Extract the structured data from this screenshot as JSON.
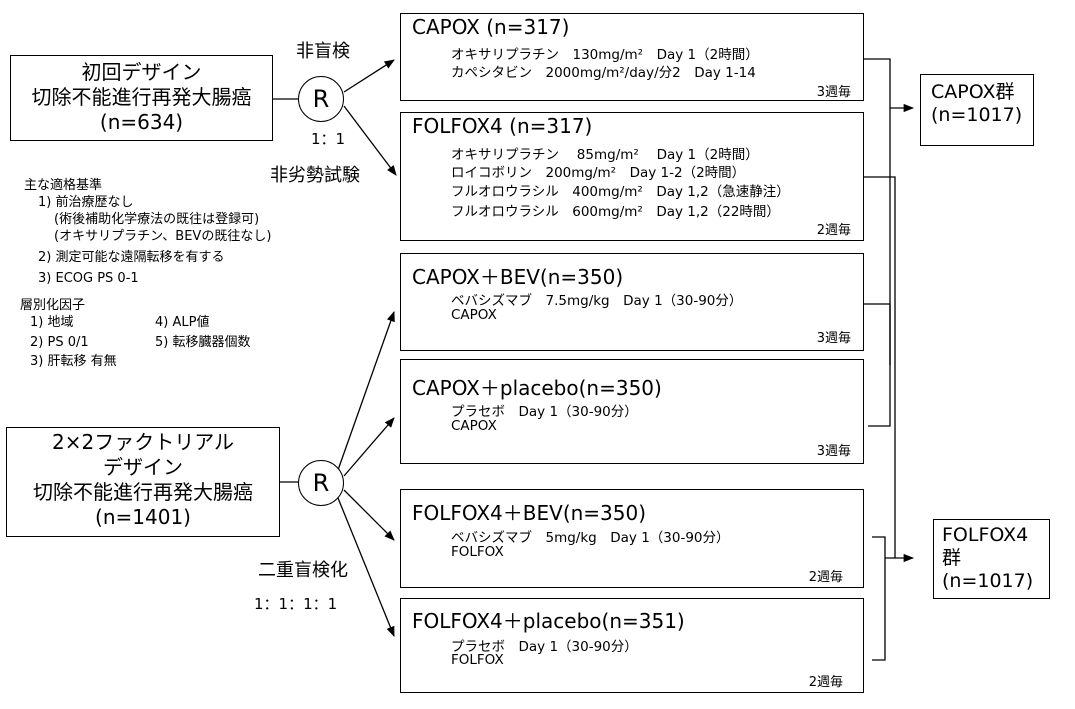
{
  "designs": {
    "initial": {
      "lines": [
        "初回デザイン",
        "切除不能進行再発大腸癌",
        "(n=634)"
      ],
      "blinding": "非盲検",
      "ratio": "1：1",
      "test_type": "非劣勢試験"
    },
    "factorial": {
      "lines": [
        "2×2ファクトリアル",
        "デザイン",
        "切除不能進行再発大腸癌",
        "(n=1401)"
      ],
      "blinding": "二重盲検化",
      "ratio": "1：1：1：1"
    },
    "randomization_symbol": "R"
  },
  "criteria": {
    "title": "主な適格基準",
    "items": [
      "1) 前治療歴なし",
      "(術後補助化学療法の既往は登録可)",
      "(オキサリプラチン、BEVの既往なし)",
      "2) 測定可能な遠隔転移を有する",
      "3) ECOG PS 0-1"
    ]
  },
  "stratification": {
    "title": "層別化因子",
    "col1": [
      "1) 地域",
      "2) PS 0/1",
      "3) 肝転移 有無"
    ],
    "col2": [
      "4) ALP値",
      "5) 転移臓器個数"
    ]
  },
  "arms": [
    {
      "title": "CAPOX (n=317)",
      "drugs": [
        "オキサリプラチン　130mg/m²　Day 1（2時間）",
        "カペシタビン　2000mg/m²/day/分2　Day 1-14"
      ],
      "cycle": "3週毎"
    },
    {
      "title": "FOLFOX4 (n=317)",
      "drugs": [
        "オキサリプラチン　 85mg/m²　 Day 1（2時間）",
        "ロイコボリン　200mg/m²　Day 1-2（2時間）",
        "フルオロウラシル　400mg/m²　Day 1,2（急速静注）",
        "フルオロウラシル　600mg/m²　Day 1,2（22時間）"
      ],
      "cycle": "2週毎"
    },
    {
      "title": "CAPOX＋BEV(n=350)",
      "drugs": [
        "ベバシズマブ　7.5mg/kg　Day 1（30-90分）",
        "CAPOX"
      ],
      "cycle": "3週毎"
    },
    {
      "title": "CAPOX＋placebo(n=350)",
      "drugs": [
        "プラセボ　Day 1（30-90分）",
        "CAPOX"
      ],
      "cycle": "3週毎"
    },
    {
      "title": "FOLFOX4＋BEV(n=350)",
      "drugs": [
        "ベバシズマブ　5mg/kg　Day 1（30-90分）",
        "FOLFOX"
      ],
      "cycle": "2週毎"
    },
    {
      "title": "FOLFOX4＋placebo(n=351)",
      "drugs": [
        "プラセボ　Day 1（30-90分）",
        "FOLFOX"
      ],
      "cycle": "2週毎"
    }
  ],
  "groups": {
    "capox": [
      "CAPOX群",
      "(n=1017)"
    ],
    "folfox": [
      "FOLFOX4",
      "群",
      "(n=1017)"
    ]
  }
}
